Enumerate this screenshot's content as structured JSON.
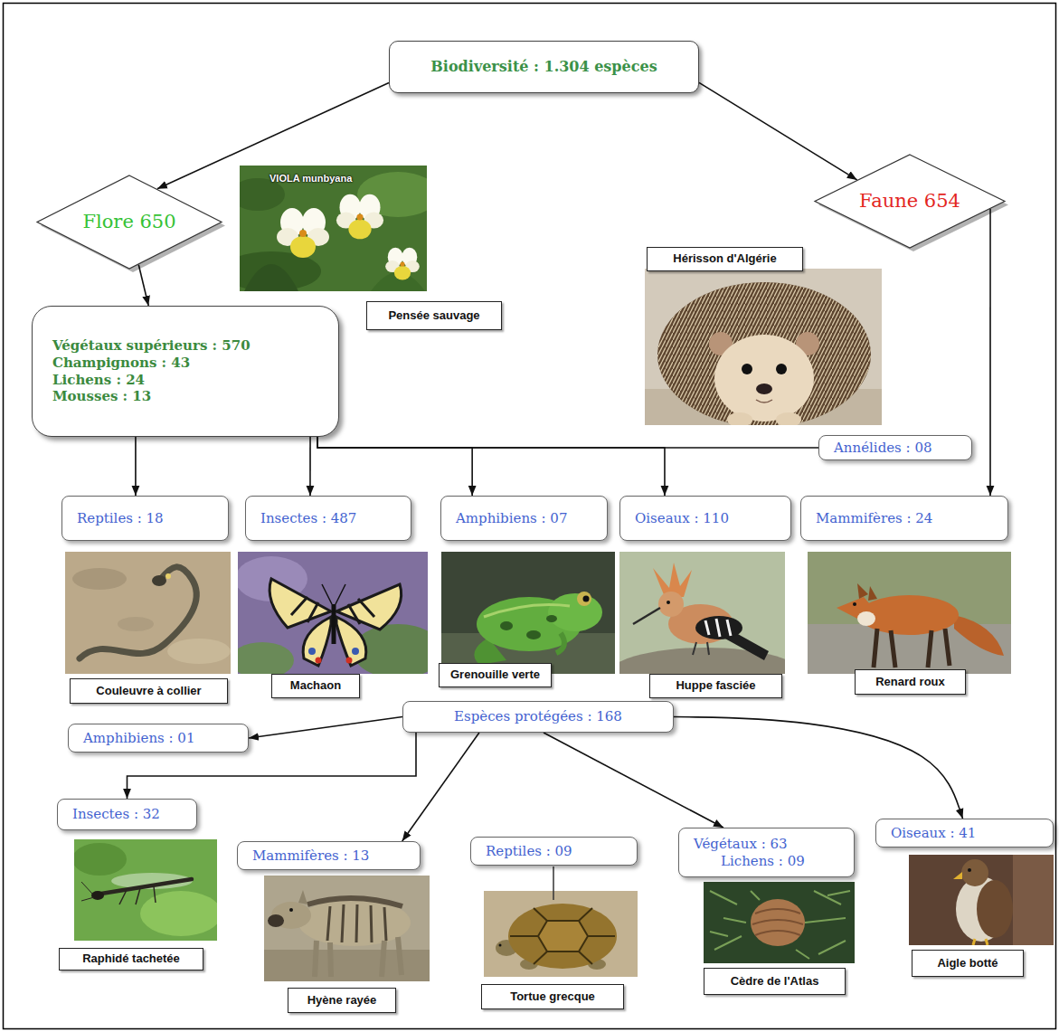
{
  "diagram": {
    "nodes": [
      {
        "text": [
          "Biodiversité : 1.304 espèces"
        ]
      },
      {
        "text": [
          "Flore 650"
        ]
      },
      {
        "text": [
          "Faune 654"
        ]
      },
      {
        "text": [
          "Pensée sauvage"
        ]
      },
      {
        "text": [
          "Végétaux supérieurs : 570",
          "Champignons : 43",
          "Lichens : 24",
          "Mousses : 13"
        ]
      },
      {
        "text": [
          "Hérisson d'Algérie"
        ]
      },
      {
        "text": [
          "Annélides : 08"
        ]
      },
      {
        "text": [
          "Reptiles : 18"
        ]
      },
      {
        "text": [
          "Insectes : 487"
        ]
      },
      {
        "text": [
          "Amphibiens : 07"
        ]
      },
      {
        "text": [
          "Oiseaux : 110"
        ]
      },
      {
        "text": [
          "Mammifères : 24"
        ]
      },
      {
        "text": [
          "Couleuvre à collier"
        ]
      },
      {
        "text": [
          "Machaon"
        ]
      },
      {
        "text": [
          "Grenouille verte"
        ]
      },
      {
        "text": [
          "Huppe fasciée"
        ]
      },
      {
        "text": [
          "Renard roux"
        ]
      },
      {
        "text": [
          "Espèces protégées : 168"
        ]
      },
      {
        "text": [
          "Amphibiens : 01"
        ]
      },
      {
        "text": [
          "Insectes : 32"
        ]
      },
      {
        "text": [
          "Mammifères : 13"
        ]
      },
      {
        "text": [
          "Reptiles : 09"
        ]
      },
      {
        "text": [
          "Végétaux : 63",
          "Lichens : 09"
        ]
      },
      {
        "text": [
          "Oiseaux : 41"
        ]
      },
      {
        "text": [
          "Raphidé tachetée"
        ]
      },
      {
        "text": [
          "Hyène rayée"
        ]
      },
      {
        "text": [
          "Tortue grecque"
        ]
      },
      {
        "text": [
          "Cèdre de l'Atlas"
        ]
      },
      {
        "text": [
          "Aigle botté"
        ]
      }
    ],
    "edges": [
      {
        "from": 0,
        "to": 1,
        "arrow": "to"
      },
      {
        "from": 0,
        "to": 2,
        "arrow": "to"
      },
      {
        "from": 1,
        "to": 4,
        "arrow": "to"
      },
      {
        "from": 2,
        "to": 11,
        "arrow": "to"
      },
      {
        "from": 4,
        "to": 7,
        "arrow": "to"
      },
      {
        "from": 4,
        "to": 8,
        "arrow": "to"
      },
      {
        "from": 4,
        "to": 9,
        "arrow": "to"
      },
      {
        "from": 4,
        "to": 10,
        "arrow": "to"
      },
      {
        "from": 4,
        "to": 6,
        "arrow": "none"
      },
      {
        "from": 17,
        "to": 18,
        "arrow": "to"
      },
      {
        "from": 17,
        "to": 19,
        "arrow": "to"
      },
      {
        "from": 17,
        "to": 20,
        "arrow": "to"
      },
      {
        "from": 17,
        "to": 22,
        "arrow": "to"
      },
      {
        "from": 17,
        "to": 23,
        "arrow": "to"
      }
    ],
    "labels": [
      "VIOLA munbyana"
    ]
  }
}
